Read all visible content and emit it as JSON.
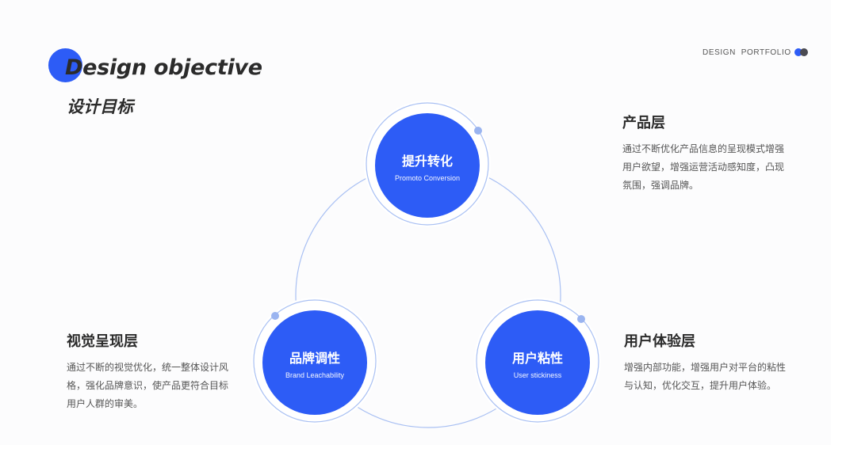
{
  "header": {
    "title_en": "Design objective",
    "title_cn": "设计目标",
    "portfolio": "DESIGN  PORTFOLIO"
  },
  "colors": {
    "accent": "#2d5cf6",
    "ring": "#a9c0f3",
    "dot": "#9ab4f0",
    "text_dark": "#2b2b2b",
    "text_body": "#555555"
  },
  "nodes": [
    {
      "cn": "提升转化",
      "en": "Promoto Conversion"
    },
    {
      "cn": "品牌调性",
      "en": "Brand Leachability"
    },
    {
      "cn": "用户粘性",
      "en": "User stickiness"
    }
  ],
  "sections": {
    "product": {
      "title": "产品层",
      "lines": [
        "通过不断优化产品信息的呈现模式增强",
        "用户欲望，增强运营活动感知度，凸现",
        "氛围，强调品牌。"
      ]
    },
    "visual": {
      "title": "视觉呈现层",
      "lines": [
        "通过不断的视觉优化，统一整体设计风",
        "格，强化品牌意识，使产品更符合目标",
        "用户人群的审美。"
      ]
    },
    "experience": {
      "title": "用户体验层",
      "lines": [
        "增强内部功能，增强用户对平台的粘性",
        "与认知，优化交互，提升用户体验。"
      ]
    }
  }
}
